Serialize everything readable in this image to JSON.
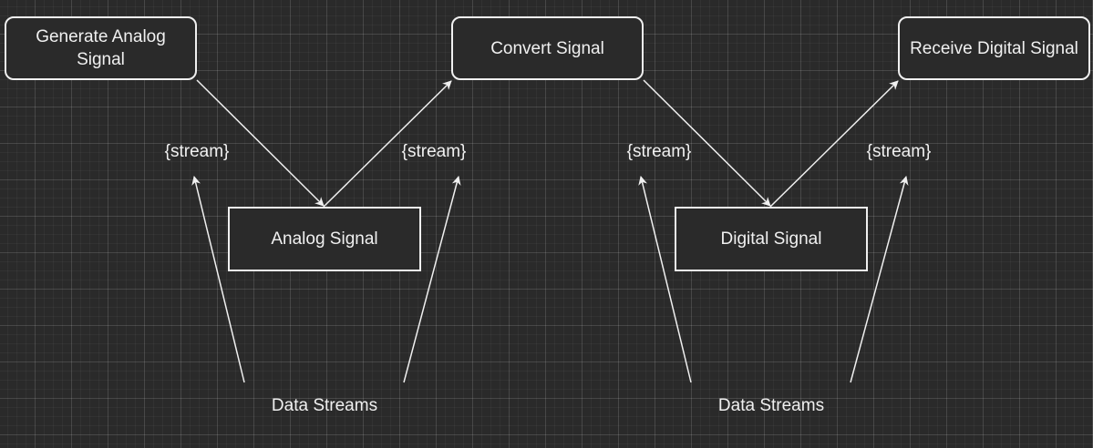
{
  "nodes": {
    "generate": "Generate Analog Signal",
    "convert": "Convert Signal",
    "receive": "Receive Digital Signal",
    "analog": "Analog Signal",
    "digital": "Digital Signal"
  },
  "labels": {
    "stream_1": "{stream}",
    "stream_2": "{stream}",
    "stream_3": "{stream}",
    "stream_4": "{stream}",
    "data_streams_left": "Data Streams",
    "data_streams_right": "Data Streams"
  },
  "colors": {
    "background": "#2a2a2a",
    "stroke": "#f0f0f0"
  }
}
